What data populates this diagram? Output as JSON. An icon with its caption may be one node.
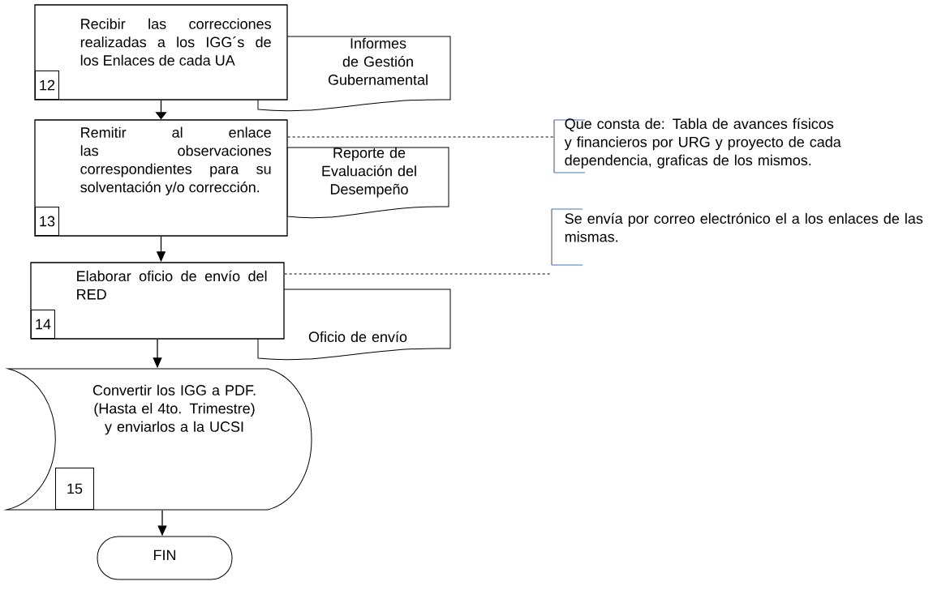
{
  "diagram": {
    "nodes": [
      {
        "text": [
          "Recibir las correcciones realizadas a los IGG´s de los Enlaces de cada UA"
        ]
      },
      {
        "text": [
          "12"
        ],
        "in": 0
      },
      {
        "text": [
          "Informes de Gestión Gubernamental"
        ]
      },
      {
        "text": [
          "Remitir al enlace las observaciones correspondientes para su solventación y/o corrección."
        ]
      },
      {
        "text": [
          "13"
        ],
        "in": 3
      },
      {
        "text": [
          "Reporte de Evaluación del Desempeño"
        ]
      },
      {
        "text": [
          "Elaborar oficio de envío del RED"
        ]
      },
      {
        "text": [
          "14"
        ],
        "in": 6
      },
      {
        "text": [
          "Oficio de envío"
        ]
      },
      {
        "text": [
          "Convertir los IGG a PDF. (Hasta el 4to. Trimestre) y enviarlos a la UCSI"
        ]
      },
      {
        "text": [
          "15"
        ],
        "in": 9
      },
      {
        "text": [
          "FIN"
        ]
      },
      {
        "text": [
          "Que  consta de: Tabla de avances físicos y financieros por URG y proyecto de cada dependencia, graficas de los mismos."
        ]
      },
      {
        "text": [
          "Se envía por correo electrónico el a los enlaces de las mismas."
        ]
      }
    ],
    "edges": [
      {
        "from": 0,
        "to": 3,
        "arrow": "to"
      },
      {
        "from": 3,
        "to": 6,
        "arrow": "to"
      },
      {
        "from": 6,
        "to": 9,
        "arrow": "to"
      },
      {
        "from": 9,
        "to": 11,
        "arrow": "to"
      },
      {
        "from": 3,
        "to": 12,
        "arrow": "none",
        "style": "dashed"
      },
      {
        "from": 6,
        "to": 13,
        "arrow": "none",
        "style": "dashed"
      }
    ]
  }
}
